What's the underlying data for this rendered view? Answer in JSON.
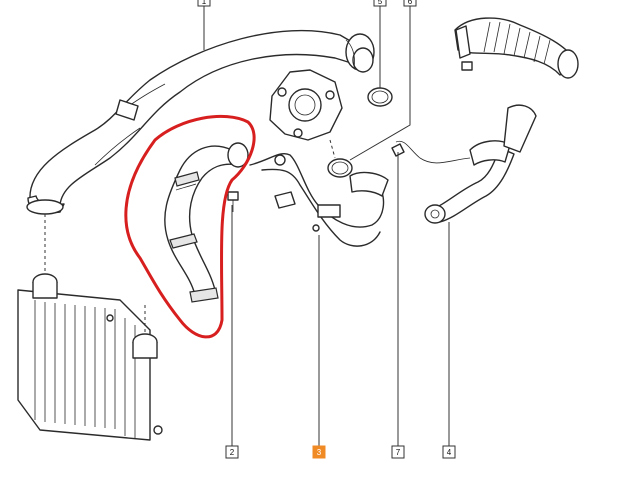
{
  "callouts": [
    {
      "id": "1",
      "label": "1",
      "highlighted": false
    },
    {
      "id": "2",
      "label": "2",
      "highlighted": false
    },
    {
      "id": "3",
      "label": "3",
      "highlighted": true
    },
    {
      "id": "4",
      "label": "4",
      "highlighted": false
    },
    {
      "id": "5",
      "label": "5",
      "highlighted": false
    },
    {
      "id": "6",
      "label": "6",
      "highlighted": false
    },
    {
      "id": "7",
      "label": "7",
      "highlighted": false
    }
  ],
  "colors": {
    "line": "#2b2b2b",
    "highlight_loop": "#d81f1f",
    "highlight_callout": "#f08a24"
  }
}
